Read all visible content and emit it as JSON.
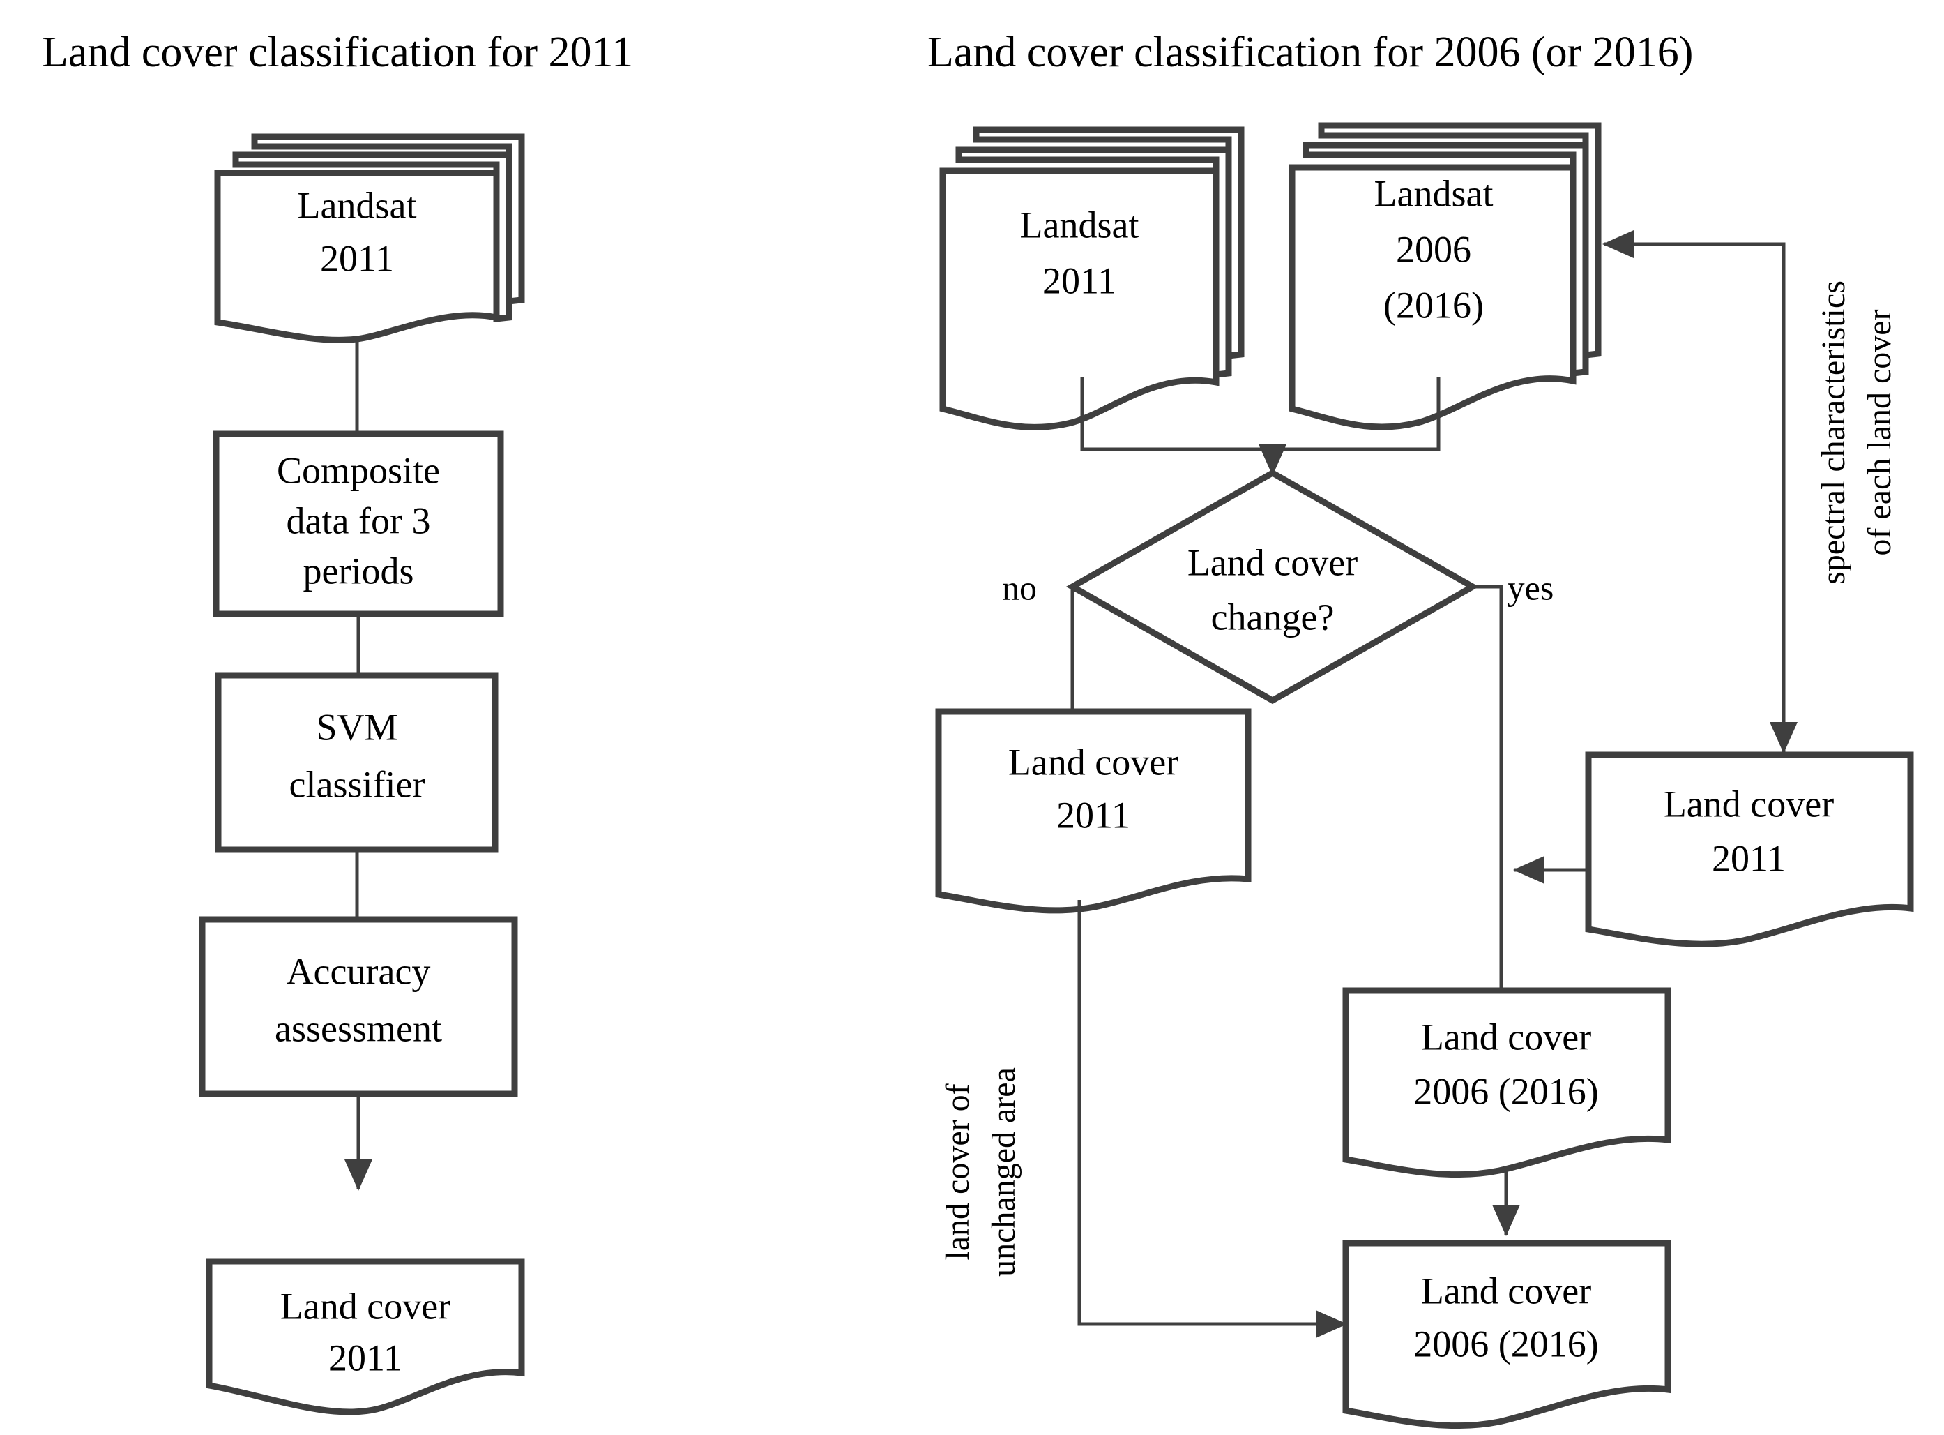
{
  "figure": {
    "type": "flowchart",
    "background": "#ffffff",
    "stroke_color": "#3f3f3f",
    "text_color": "#000000"
  },
  "panels": [
    {
      "id": "left-panel",
      "title": "Land cover classification for 2011",
      "nodes": [
        {
          "id": "landsat-2011",
          "shape": "document-stack",
          "lines": [
            "Landsat",
            "2011"
          ]
        },
        {
          "id": "composite-data",
          "shape": "process",
          "lines": [
            "Composite",
            "data for 3",
            "periods"
          ]
        },
        {
          "id": "svm-classifier",
          "shape": "process",
          "lines": [
            "SVM",
            "classifier"
          ]
        },
        {
          "id": "accuracy-assessment",
          "shape": "process",
          "lines": [
            "Accuracy",
            "assessment"
          ]
        },
        {
          "id": "land-cover-2011-out",
          "shape": "document",
          "lines": [
            "Land cover",
            "2011"
          ]
        }
      ],
      "edges": [
        {
          "from": "landsat-2011",
          "to": "composite-data",
          "label": "",
          "arrow": false
        },
        {
          "from": "composite-data",
          "to": "svm-classifier",
          "label": "",
          "arrow": false
        },
        {
          "from": "svm-classifier",
          "to": "accuracy-assessment",
          "label": "",
          "arrow": false
        },
        {
          "from": "accuracy-assessment",
          "to": "land-cover-2011-out",
          "label": "",
          "arrow": true
        }
      ]
    },
    {
      "id": "right-panel",
      "title": "Land cover classification for 2006 (or 2016)",
      "nodes": [
        {
          "id": "landsat-2011-r",
          "shape": "document-stack",
          "lines": [
            "Landsat",
            "2011"
          ]
        },
        {
          "id": "landsat-2006-r",
          "shape": "document-stack",
          "lines": [
            "Landsat",
            "2006",
            "(2016)"
          ]
        },
        {
          "id": "change-decision",
          "shape": "decision",
          "lines": [
            "Land cover",
            "change?"
          ]
        },
        {
          "id": "land-cover-2011-no",
          "shape": "document",
          "lines": [
            "Land cover",
            "2011"
          ]
        },
        {
          "id": "land-cover-2011-ref",
          "shape": "document",
          "lines": [
            "Land cover",
            "2011"
          ]
        },
        {
          "id": "land-cover-2006-mid",
          "shape": "document",
          "lines": [
            "Land cover",
            "2006 (2016)"
          ]
        },
        {
          "id": "land-cover-2006-out",
          "shape": "document",
          "lines": [
            "Land cover",
            "2006 (2016)"
          ]
        }
      ],
      "edges": [
        {
          "from": "landsat-2011-r",
          "to": "change-decision",
          "label": "",
          "arrow": true
        },
        {
          "from": "landsat-2006-r",
          "to": "change-decision",
          "label": "",
          "arrow": true
        },
        {
          "from": "change-decision",
          "to": "land-cover-2011-no",
          "label": "no",
          "arrow": false
        },
        {
          "from": "change-decision",
          "to": "land-cover-2006-mid",
          "label": "yes",
          "arrow": false
        },
        {
          "from": "land-cover-2011-ref",
          "to": "yes-path",
          "label": "",
          "arrow": true
        },
        {
          "from": "land-cover-2006-mid",
          "to": "land-cover-2006-out",
          "label": "",
          "arrow": true
        },
        {
          "from": "land-cover-2011-no",
          "to": "land-cover-2006-out",
          "label": "land cover of unchanged area",
          "arrow": true
        },
        {
          "from": "land-cover-2011-ref",
          "to": "landsat-2006-r",
          "label": "spectral characteristics of each land cover",
          "arrow": true
        }
      ]
    }
  ],
  "labels": {
    "left_title": "Land cover classification for 2011",
    "right_title": "Land cover classification for 2006 (or 2016)",
    "landsat_2011_l1": "Landsat",
    "landsat_2011_l2": "2011",
    "composite_l1": "Composite",
    "composite_l2": "data for 3",
    "composite_l3": "periods",
    "svm_l1": "SVM",
    "svm_l2": "classifier",
    "accuracy_l1": "Accuracy",
    "accuracy_l2": "assessment",
    "landcover2011_l1": "Land cover",
    "landcover2011_l2": "2011",
    "r_landsat2011_l1": "Landsat",
    "r_landsat2011_l2": "2011",
    "r_landsat2006_l1": "Landsat",
    "r_landsat2006_l2": "2006",
    "r_landsat2006_l3": "(2016)",
    "decision_l1": "Land cover",
    "decision_l2": "change?",
    "no_label": "no",
    "yes_label": "yes",
    "r_landcover2011_no_l1": "Land cover",
    "r_landcover2011_no_l2": "2011",
    "r_landcover2011_ref_l1": "Land cover",
    "r_landcover2011_ref_l2": "2011",
    "r_landcover2006_mid_l1": "Land cover",
    "r_landcover2006_mid_l2": "2006 (2016)",
    "r_landcover2006_out_l1": "Land cover",
    "r_landcover2006_out_l2": "2006 (2016)",
    "rot_spectral_l1": "spectral characteristics",
    "rot_spectral_l2": "of each land cover",
    "rot_unchanged_l1": "land cover of",
    "rot_unchanged_l2": "unchanged area"
  }
}
